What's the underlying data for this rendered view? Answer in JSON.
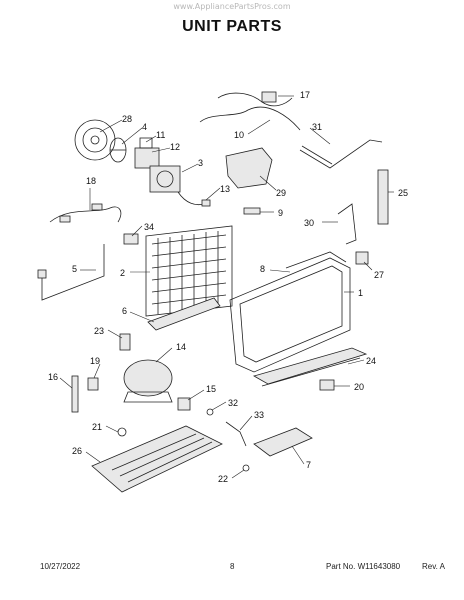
{
  "watermark": "www.AppliancePartsPros.com",
  "title": "UNIT PARTS",
  "callouts": [
    "28",
    "4",
    "11",
    "12",
    "3",
    "17",
    "10",
    "31",
    "18",
    "13",
    "29",
    "25",
    "9",
    "34",
    "30",
    "5",
    "8",
    "2",
    "27",
    "1",
    "6",
    "23",
    "14",
    "24",
    "19",
    "16",
    "20",
    "15",
    "32",
    "33",
    "21",
    "26",
    "7",
    "22"
  ],
  "footer": {
    "date": "10/27/2022",
    "page": "8",
    "part_number": "Part No. W11643080",
    "revision": "Rev. A"
  }
}
